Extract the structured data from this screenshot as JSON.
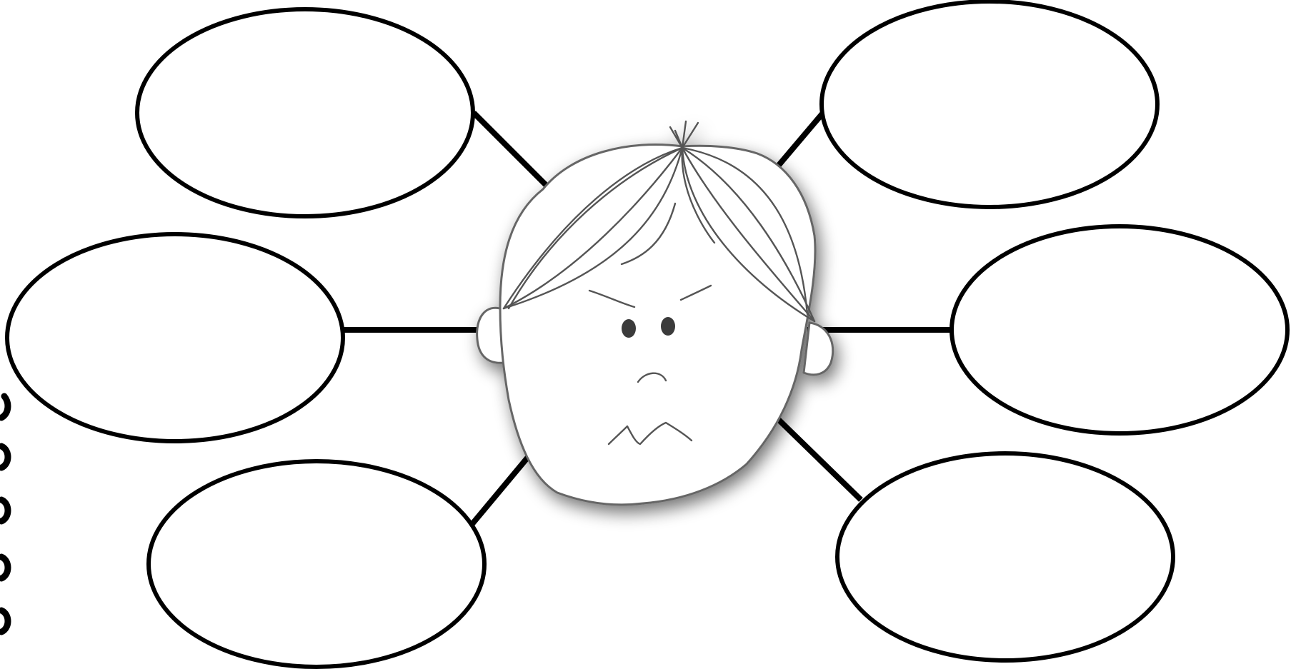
{
  "diagram": {
    "type": "bubble-map",
    "center": {
      "icon": "angry-face-icon",
      "expression": "angry"
    },
    "bubbles": [
      {
        "id": "top-left",
        "text": ""
      },
      {
        "id": "middle-left",
        "text": ""
      },
      {
        "id": "bottom-left",
        "text": ""
      },
      {
        "id": "top-right",
        "text": ""
      },
      {
        "id": "middle-right",
        "text": ""
      },
      {
        "id": "bottom-right",
        "text": ""
      }
    ],
    "colors": {
      "stroke": "#000000",
      "face_stroke": "#666666",
      "background": "#ffffff"
    }
  }
}
